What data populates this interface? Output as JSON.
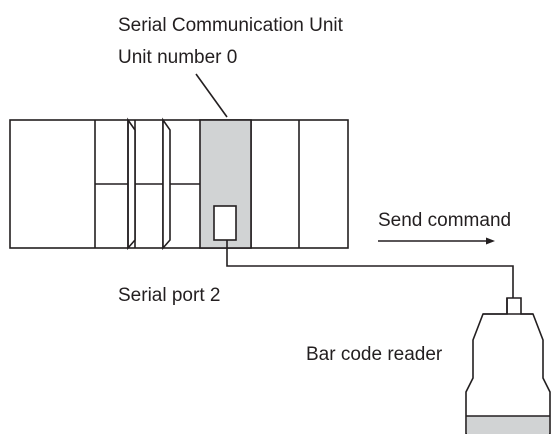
{
  "labels": {
    "unit_title": "Serial Communication Unit",
    "unit_number": "Unit number 0",
    "send_command": "Send command",
    "serial_port": "Serial port 2",
    "bar_code_reader": "Bar code reader"
  },
  "colors": {
    "line": "#231f20",
    "unit_fill": "#d1d3d4",
    "background": "#ffffff"
  }
}
